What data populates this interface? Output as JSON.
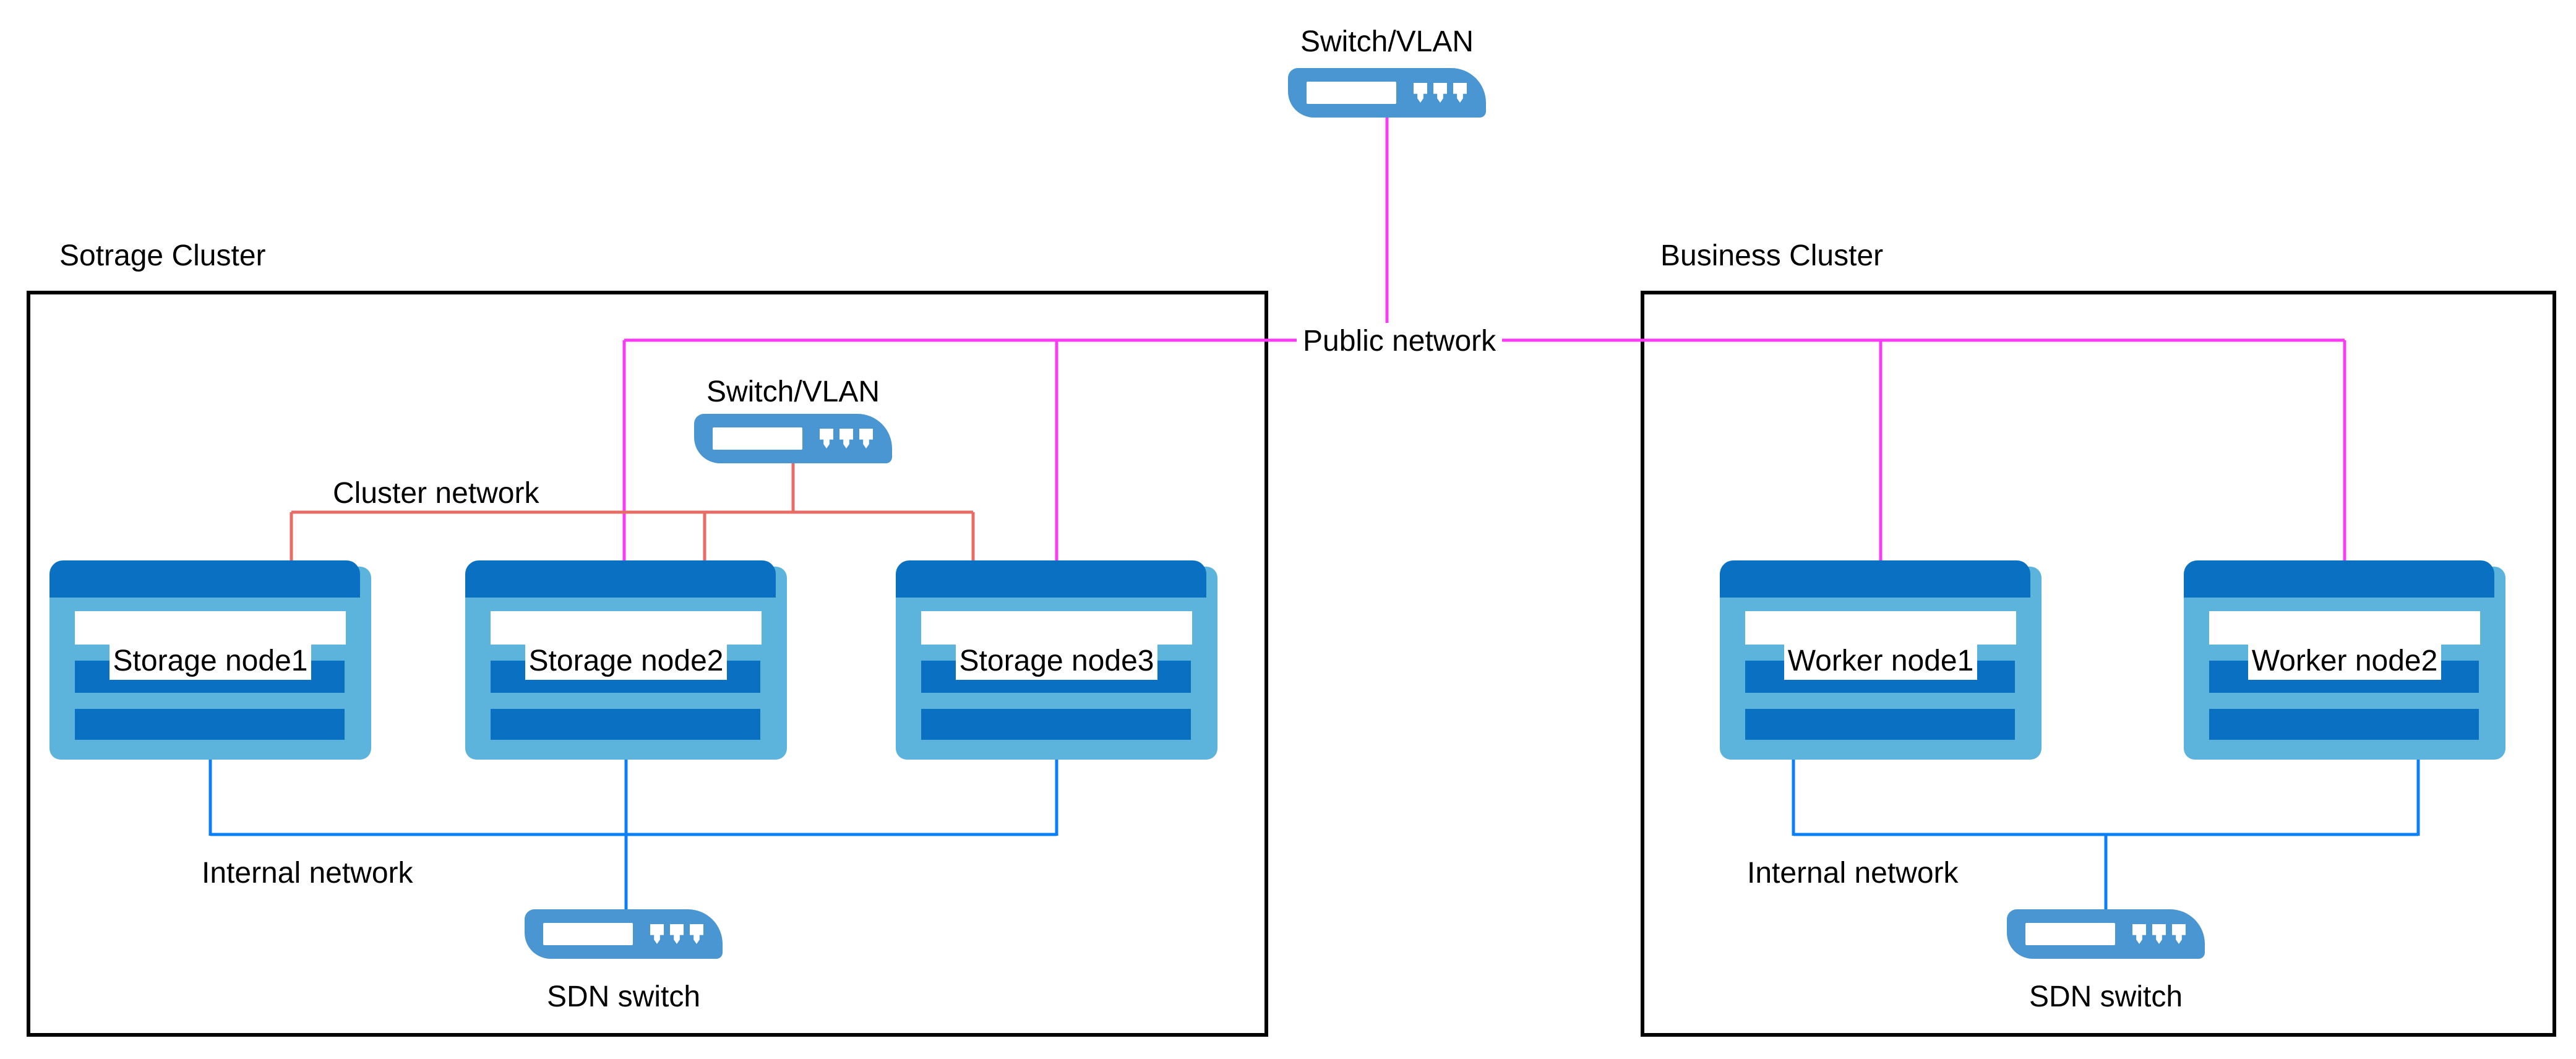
{
  "colors": {
    "public_network_line": "#fa3bf4",
    "cluster_network_line": "#e96b65",
    "internal_network_line": "#0b80f6",
    "switch_fill": "#4a96d2",
    "node_body_fill": "#5cb4dd",
    "node_bar_fill": "#0a70c2",
    "cluster_box_border": "#000000"
  },
  "top_switch": {
    "label": "Switch/VLAN"
  },
  "public_network": {
    "label": "Public network"
  },
  "storage_cluster": {
    "title": "Sotrage Cluster",
    "switch_label": "Switch/VLAN",
    "cluster_network_label": "Cluster network",
    "internal_network_label": "Internal network",
    "sdn_switch_label": "SDN switch",
    "nodes": [
      {
        "label": "Storage node1"
      },
      {
        "label": "Storage node2"
      },
      {
        "label": "Storage node3"
      }
    ]
  },
  "business_cluster": {
    "title": "Business Cluster",
    "internal_network_label": "Internal network",
    "sdn_switch_label": "SDN switch",
    "nodes": [
      {
        "label": "Worker node1"
      },
      {
        "label": "Worker node2"
      }
    ]
  }
}
